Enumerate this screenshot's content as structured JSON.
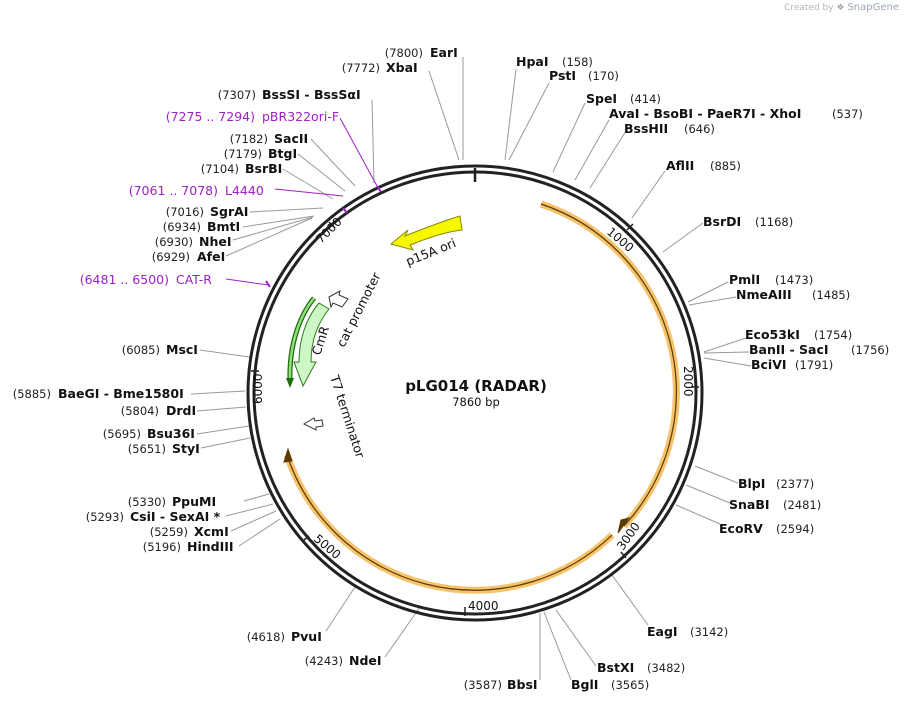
{
  "credit": {
    "prefix": "Created by",
    "brand": "SnapGene"
  },
  "plasmid": {
    "name": "pLG014 (RADAR)",
    "length_label": "7860 bp",
    "length": 7860
  },
  "ticks": [
    {
      "bp": 1000,
      "label": "1000"
    },
    {
      "bp": 2000,
      "label": "2000"
    },
    {
      "bp": 3000,
      "label": "3000"
    },
    {
      "bp": 4000,
      "label": "4000"
    },
    {
      "bp": 5000,
      "label": "5000"
    },
    {
      "bp": 6000,
      "label": "6000"
    },
    {
      "bp": 7000,
      "label": "7000"
    }
  ],
  "sites": [
    {
      "pos": "(7800)",
      "name": "EarI",
      "side": "r"
    },
    {
      "pos": "(7772)",
      "name": "XbaI",
      "side": "r"
    },
    {
      "pos": "(158)",
      "name": "HpaI",
      "side": "l"
    },
    {
      "pos": "(170)",
      "name": "PstI",
      "side": "l"
    },
    {
      "pos": "(414)",
      "name": "SpeI",
      "side": "l"
    },
    {
      "pos": "(537)",
      "name": "AvaI  -  BsoBI  -  PaeR7I  -  XhoI",
      "side": "l"
    },
    {
      "pos": "(646)",
      "name": "BssHII",
      "side": "l"
    },
    {
      "pos": "(885)",
      "name": "AflII",
      "side": "l"
    },
    {
      "pos": "(1168)",
      "name": "BsrDI",
      "side": "l"
    },
    {
      "pos": "(1473)",
      "name": "PmlI",
      "side": "l"
    },
    {
      "pos": "(1485)",
      "name": "NmeAIII",
      "side": "l"
    },
    {
      "pos": "(1754)",
      "name": "Eco53kI",
      "side": "l"
    },
    {
      "pos": "(1756)",
      "name": "BanII  -  SacI",
      "side": "l"
    },
    {
      "pos": "(1791)",
      "name": "BciVI",
      "side": "l"
    },
    {
      "pos": "(2377)",
      "name": "BlpI",
      "side": "l"
    },
    {
      "pos": "(2481)",
      "name": "SnaBI",
      "side": "l"
    },
    {
      "pos": "(2594)",
      "name": "EcoRV",
      "side": "l"
    },
    {
      "pos": "(3142)",
      "name": "EagI",
      "side": "l"
    },
    {
      "pos": "(3482)",
      "name": "BstXI",
      "side": "l"
    },
    {
      "pos": "(3565)",
      "name": "BglI",
      "side": "l"
    },
    {
      "pos": "(3587)",
      "name": "BbsI",
      "side": "l"
    },
    {
      "pos": "(4243)",
      "name": "NdeI",
      "side": "r"
    },
    {
      "pos": "(4618)",
      "name": "PvuI",
      "side": "r"
    },
    {
      "pos": "(5196)",
      "name": "HindIII",
      "side": "r"
    },
    {
      "pos": "(5259)",
      "name": "XcmI",
      "side": "r"
    },
    {
      "pos": "(5293)",
      "name": "CsiI  -  SexAI *",
      "side": "r"
    },
    {
      "pos": "(5330)",
      "name": "PpuMI",
      "side": "r"
    },
    {
      "pos": "(5651)",
      "name": "StyI",
      "side": "r"
    },
    {
      "pos": "(5695)",
      "name": "Bsu36I",
      "side": "r"
    },
    {
      "pos": "(5804)",
      "name": "DrdI",
      "side": "r"
    },
    {
      "pos": "(5885)",
      "name": "BaeGI  -  Bme1580I",
      "side": "r"
    },
    {
      "pos": "(6085)",
      "name": "MscI",
      "side": "r"
    },
    {
      "pos": "(6929)",
      "name": "AfeI",
      "side": "r"
    },
    {
      "pos": "(6930)",
      "name": "NheI",
      "side": "r"
    },
    {
      "pos": "(6934)",
      "name": "BmtI",
      "side": "r"
    },
    {
      "pos": "(7016)",
      "name": "SgrAI",
      "side": "r"
    },
    {
      "pos": "(7104)",
      "name": "BsrBI",
      "side": "r"
    },
    {
      "pos": "(7179)",
      "name": "BtgI",
      "side": "r"
    },
    {
      "pos": "(7182)",
      "name": "SacII",
      "side": "r"
    },
    {
      "pos": "(7307)",
      "name": "BssSI  -  BssSαI",
      "side": "r"
    }
  ],
  "primers": [
    {
      "pos": "(7275 .. 7294)",
      "name": "pBR322ori-F"
    },
    {
      "pos": "(7061 .. 7078)",
      "name": "L4440"
    },
    {
      "pos": "(6481 .. 6500)",
      "name": "CAT-R"
    }
  ],
  "features": [
    {
      "name": "p15A ori",
      "color": "#f7f700"
    },
    {
      "name": "CmR",
      "color": "#cdf7c4"
    },
    {
      "name": "cat promoter",
      "color": "#ffffff"
    },
    {
      "name": "T7 terminator",
      "color": "#ffffff"
    }
  ],
  "colors": {
    "orf": "#f5c36c",
    "primer": "#a020c8",
    "backbone": "#222222"
  }
}
